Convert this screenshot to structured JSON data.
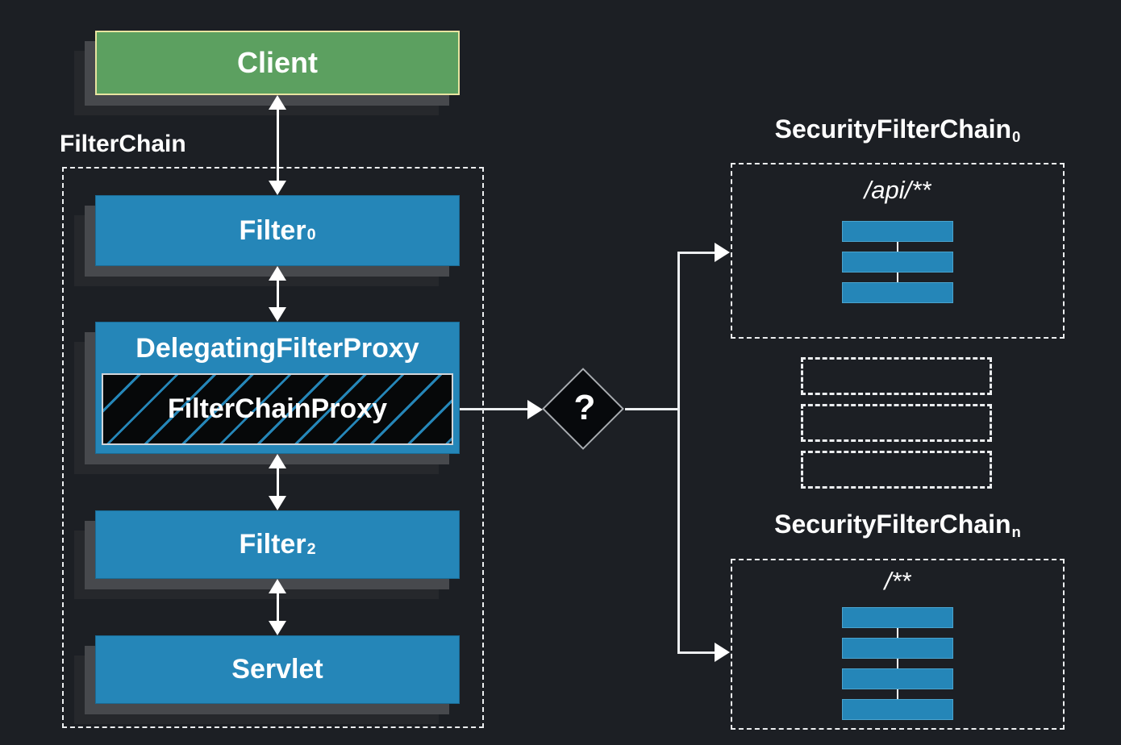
{
  "client_box": {
    "label": "Client"
  },
  "filter_chain": {
    "label": "FilterChain",
    "items": [
      {
        "label": "Filter",
        "subscript": "0"
      },
      {
        "label": "DelegatingFilterProxy"
      },
      {
        "label": "Filter",
        "subscript": "2"
      },
      {
        "label": "Servlet"
      }
    ]
  },
  "filter_chain_proxy": {
    "label": "FilterChainProxy"
  },
  "decision": {
    "label": "?"
  },
  "security_filter_chains": [
    {
      "title": "SecurityFilterChain",
      "subscript": "0",
      "pattern": "/api/**",
      "filter_count": 3
    },
    {
      "title": "SecurityFilterChain",
      "subscript": "n",
      "pattern": "/**",
      "filter_count": 4
    }
  ],
  "placeholder_chain_count": 3,
  "colors": {
    "background": "#1c1f24",
    "box_blue": "#2586b8",
    "client_green": "#5ca060",
    "client_border_yellow": "#e8e4a0",
    "shadow_gray": "#47494d",
    "shadow_dark": "#26282c",
    "line_white": "#eceef0",
    "hatch_black": "#060809"
  }
}
